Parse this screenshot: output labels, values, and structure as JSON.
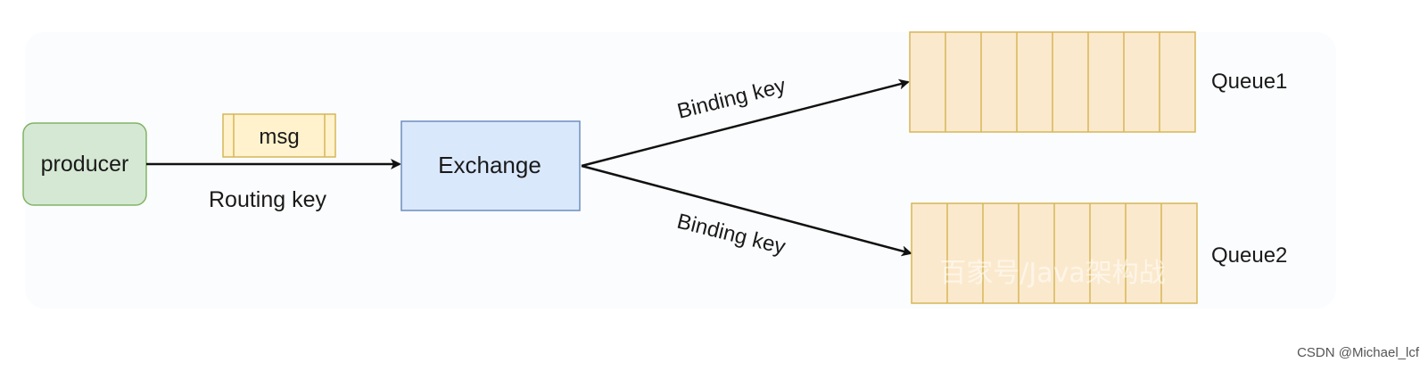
{
  "diagram": {
    "producer": {
      "label": "producer"
    },
    "message": {
      "label": "msg"
    },
    "routing_key": {
      "label": "Routing key"
    },
    "exchange": {
      "label": "Exchange"
    },
    "binding_top": {
      "label": "Binding key"
    },
    "binding_bottom": {
      "label": "Binding key"
    },
    "queue1": {
      "label": "Queue1"
    },
    "queue2": {
      "label": "Queue2"
    },
    "overlay_watermark": "百家号/Java架构战"
  },
  "footer": {
    "watermark": "CSDN @Michael_lcf"
  },
  "colors": {
    "producer_fill": "#d5e8d4",
    "producer_stroke": "#82b366",
    "exchange_fill": "#dae8fc",
    "exchange_stroke": "#6c8ebf",
    "queue_fill": "#fbe9cd",
    "queue_stroke": "#d6b656",
    "msg_fill": "#fff2cc",
    "arrow": "#111111"
  }
}
